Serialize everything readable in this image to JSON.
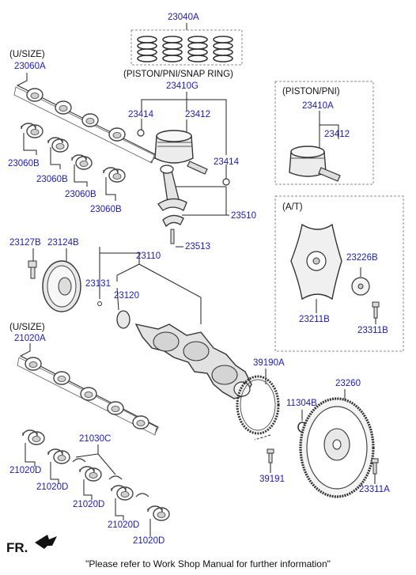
{
  "colors": {
    "label": "#1a1ab8",
    "text": "#111111",
    "line": "#222222",
    "part": "#555555",
    "box": "#888888"
  },
  "headings": {
    "upper_usize": "(U/SIZE)",
    "lower_usize": "(U/SIZE)",
    "piston_set": "(PISTON/PNI/SNAP RING)",
    "piston_pni": "(PISTON/PNI)",
    "at": "(A/T)"
  },
  "parts": {
    "p23040A": "23040A",
    "p23060A": "23060A",
    "p23060B_1": "23060B",
    "p23060B_2": "23060B",
    "p23060B_3": "23060B",
    "p23060B_4": "23060B",
    "p23410G": "23410G",
    "p23414_1": "23414",
    "p23412_1": "23412",
    "p23414_2": "23414",
    "p23410A": "23410A",
    "p23412_2": "23412",
    "p23510": "23510",
    "p23513": "23513",
    "p23127B": "23127B",
    "p23124B": "23124B",
    "p23110": "23110",
    "p23131": "23131",
    "p23120": "23120",
    "p23226B": "23226B",
    "p23211B": "23211B",
    "p23311B": "23311B",
    "p21020A": "21020A",
    "p39190A": "39190A",
    "p11304B": "11304B",
    "p23260": "23260",
    "p21030C": "21030C",
    "p21020D_1": "21020D",
    "p21020D_2": "21020D",
    "p21020D_3": "21020D",
    "p21020D_4": "21020D",
    "p21020D_5": "21020D",
    "p39191": "39191",
    "p23311A": "23311A"
  },
  "footer": {
    "fr": "FR.",
    "note": "\"Please refer to Work Shop Manual for further information\""
  }
}
